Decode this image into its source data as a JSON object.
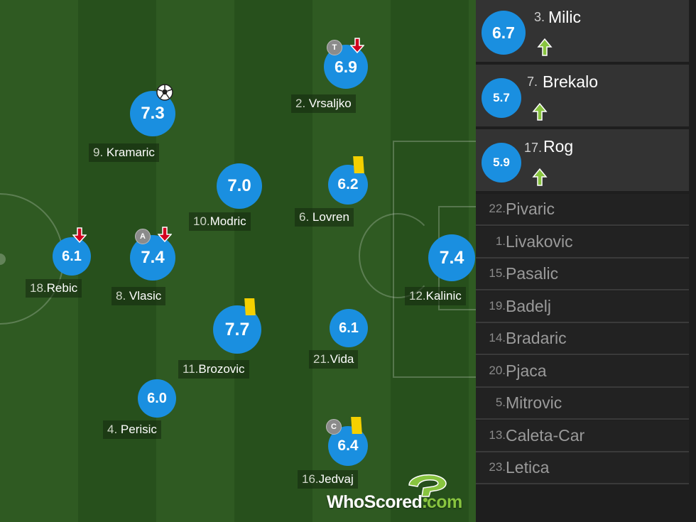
{
  "colors": {
    "rating_bg": "#1a8fe0",
    "pitch_dark": "#27501c",
    "pitch_light": "#2f5a22",
    "yellow_card": "#f4d000",
    "sub_off": "#d2001f",
    "sub_on": "#88c43f"
  },
  "starters": [
    {
      "num": "9.",
      "name": "Kramaric",
      "rating": "7.3",
      "icons": [
        "goal-icon"
      ]
    },
    {
      "num": "10.",
      "name": "Modric",
      "rating": "7.0",
      "icons": []
    },
    {
      "num": "18.",
      "name": "Rebic",
      "rating": "6.1",
      "icons": [
        "sub-off-icon"
      ]
    },
    {
      "num": "8.",
      "name": "Vlasic",
      "rating": "7.4",
      "icons": [
        "assist-badge",
        "sub-off-icon"
      ]
    },
    {
      "num": "11.",
      "name": "Brozovic",
      "rating": "7.7",
      "icons": [
        "yellow-card-icon"
      ]
    },
    {
      "num": "4.",
      "name": "Perisic",
      "rating": "6.0",
      "icons": []
    },
    {
      "num": "2.",
      "name": "Vrsaljko",
      "rating": "6.9",
      "icons": [
        "tackle-badge",
        "sub-off-icon"
      ]
    },
    {
      "num": "6.",
      "name": "Lovren",
      "rating": "6.2",
      "icons": [
        "yellow-card-icon"
      ]
    },
    {
      "num": "21.",
      "name": "Vida",
      "rating": "6.1",
      "icons": []
    },
    {
      "num": "16.",
      "name": "Jedvaj",
      "rating": "6.4",
      "icons": [
        "captain-badge",
        "yellow-card-icon"
      ]
    },
    {
      "num": "12.",
      "name": "Kalinic",
      "rating": "7.4",
      "icons": []
    }
  ],
  "badges": {
    "assist": "A",
    "tackle": "T",
    "captain": "C"
  },
  "substitutes_used": [
    {
      "num": "3.",
      "name": "Milic",
      "rating": "6.7"
    },
    {
      "num": "7.",
      "name": "Brekalo",
      "rating": "5.7"
    },
    {
      "num": "17.",
      "name": "Rog",
      "rating": "5.9"
    }
  ],
  "bench": [
    {
      "num": "22.",
      "name": "Pivaric"
    },
    {
      "num": "1.",
      "name": "Livakovic"
    },
    {
      "num": "15.",
      "name": "Pasalic"
    },
    {
      "num": "19.",
      "name": "Badelj"
    },
    {
      "num": "14.",
      "name": "Bradaric"
    },
    {
      "num": "20.",
      "name": "Pjaca"
    },
    {
      "num": "5.",
      "name": "Mitrovic"
    },
    {
      "num": "13.",
      "name": "Caleta-Car"
    },
    {
      "num": "23.",
      "name": "Letica"
    }
  ],
  "watermark": {
    "brand_main": "WhoScored",
    "brand_suffix": ".com"
  }
}
